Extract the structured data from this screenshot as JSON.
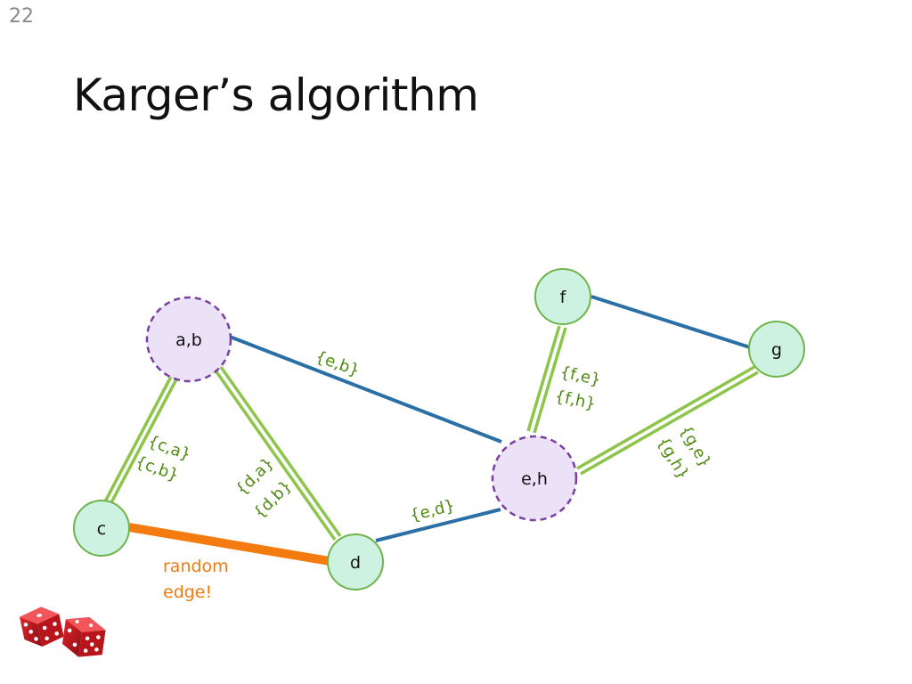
{
  "slide": {
    "number": "22",
    "title": "Karger’s algorithm"
  },
  "colors": {
    "node_fill": "#cdf2e1",
    "merged_fill": "#ece2f8",
    "merged_border": "#7a3fa0",
    "node_border": "#6fb44a",
    "single_edge": "#2a6fa6",
    "multi_edge": "#8dc54b",
    "random_edge": "#f47b10",
    "label_green": "#4f8a10",
    "annotation_orange": "#f07a10"
  },
  "graph": {
    "nodes": {
      "ab": {
        "label": "a,b",
        "merged": true
      },
      "c": {
        "label": "c",
        "merged": false
      },
      "d": {
        "label": "d",
        "merged": false
      },
      "eh": {
        "label": "e,h",
        "merged": true
      },
      "f": {
        "label": "f",
        "merged": false
      },
      "g": {
        "label": "g",
        "merged": false
      }
    },
    "edges": {
      "eb": {
        "from": "ab",
        "to": "eh",
        "type": "single",
        "labels": [
          "{e,b}"
        ]
      },
      "ed": {
        "from": "d",
        "to": "eh",
        "type": "single",
        "labels": [
          "{e,d}"
        ]
      },
      "fg": {
        "from": "f",
        "to": "g",
        "type": "single",
        "labels": []
      },
      "ca": {
        "from": "ab",
        "to": "c",
        "type": "double",
        "labels": [
          "{c,a}",
          "{c,b}"
        ]
      },
      "da": {
        "from": "ab",
        "to": "d",
        "type": "double",
        "labels": [
          "{d,a}",
          "{d,b}"
        ]
      },
      "fe": {
        "from": "f",
        "to": "eh",
        "type": "double",
        "labels": [
          "{f,e}",
          "{f,h}"
        ]
      },
      "ge": {
        "from": "g",
        "to": "eh",
        "type": "double",
        "labels": [
          "{g,e}",
          "{g,h}"
        ]
      },
      "cd": {
        "from": "c",
        "to": "d",
        "type": "random",
        "labels": []
      }
    },
    "annotation": {
      "line1": "random",
      "line2": "edge!"
    }
  },
  "decor": {
    "dice_icon": "dice-icon"
  }
}
